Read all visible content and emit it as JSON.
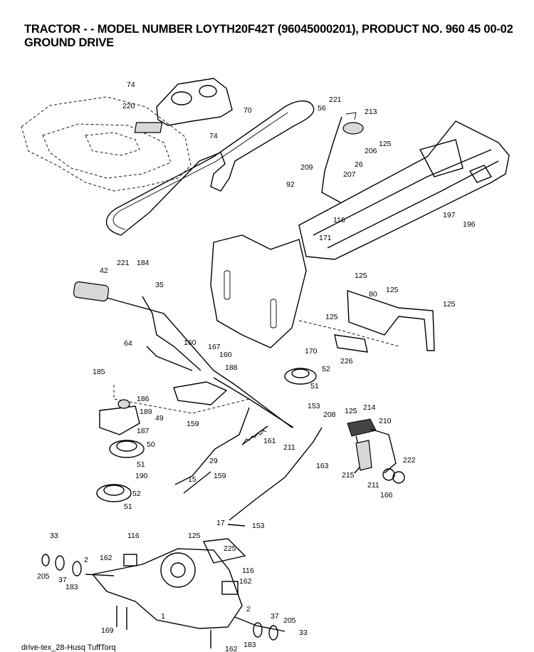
{
  "header": {
    "title_line1": "TRACTOR - - MODEL NUMBER LOYTH20F42T (96045000201), PRODUCT NO. 960 45 00-02",
    "title_line2": "GROUND DRIVE"
  },
  "footer": {
    "text": "drive-tex_28-Husq TuffTorq"
  },
  "callouts": [
    "74",
    "220",
    "70",
    "74",
    "56",
    "221",
    "213",
    "125",
    "206",
    "209",
    "26",
    "207",
    "92",
    "116",
    "171",
    "197",
    "196",
    "42",
    "221",
    "184",
    "35",
    "125",
    "80",
    "125",
    "125",
    "125",
    "64",
    "160",
    "167",
    "160",
    "188",
    "170",
    "226",
    "52",
    "51",
    "185",
    "186",
    "189",
    "49",
    "159",
    "153",
    "208",
    "125",
    "214",
    "210",
    "161",
    "187",
    "50",
    "211",
    "29",
    "51",
    "190",
    "159",
    "163",
    "222",
    "15",
    "215",
    "211",
    "166",
    "52",
    "51",
    "17",
    "153",
    "33",
    "116",
    "125",
    "225",
    "205",
    "2",
    "162",
    "37",
    "183",
    "116",
    "162",
    "169",
    "2",
    "1",
    "37",
    "205",
    "183",
    "33",
    "162"
  ]
}
